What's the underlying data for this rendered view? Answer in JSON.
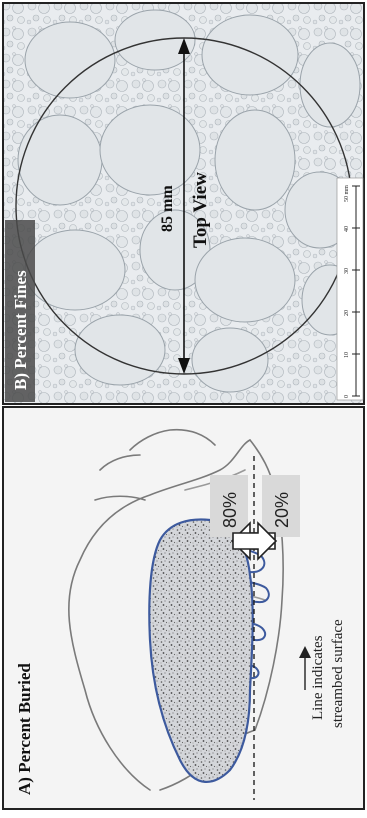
{
  "panels": {
    "a": {
      "title": "A) Percent Buried",
      "pct_above": "80%",
      "pct_below": "20%",
      "line_note_1": "Line indicates",
      "line_note_2": "streambed surface"
    },
    "b": {
      "title": "B) Percent Fines",
      "diameter": "85 mm",
      "view_label": "Top View",
      "scale_ticks": [
        "0",
        "10",
        "20",
        "30",
        "40",
        "50 mm"
      ]
    }
  }
}
